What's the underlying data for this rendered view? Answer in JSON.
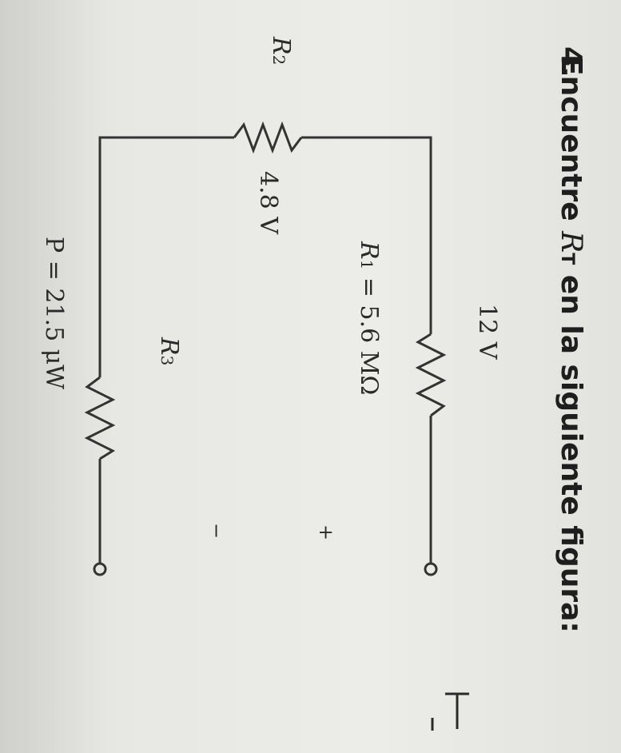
{
  "problem": {
    "number": "4.",
    "title_before": "Encuentre ",
    "title_symbol": "R",
    "title_subscript": "T",
    "title_after": " en la siguiente figura:"
  },
  "circuit": {
    "r1_voltage": "12 V",
    "r1_label": "R",
    "r1_sub": "1",
    "r1_value": " = 5.6 MΩ",
    "r2_label": "R",
    "r2_sub": "2",
    "r2_voltage": "4.8 V",
    "r3_label": "R",
    "r3_sub": "3",
    "r3_power": "P = 21.5 μW",
    "plus": "+",
    "minus": "−"
  },
  "margin_mark": "T"
}
